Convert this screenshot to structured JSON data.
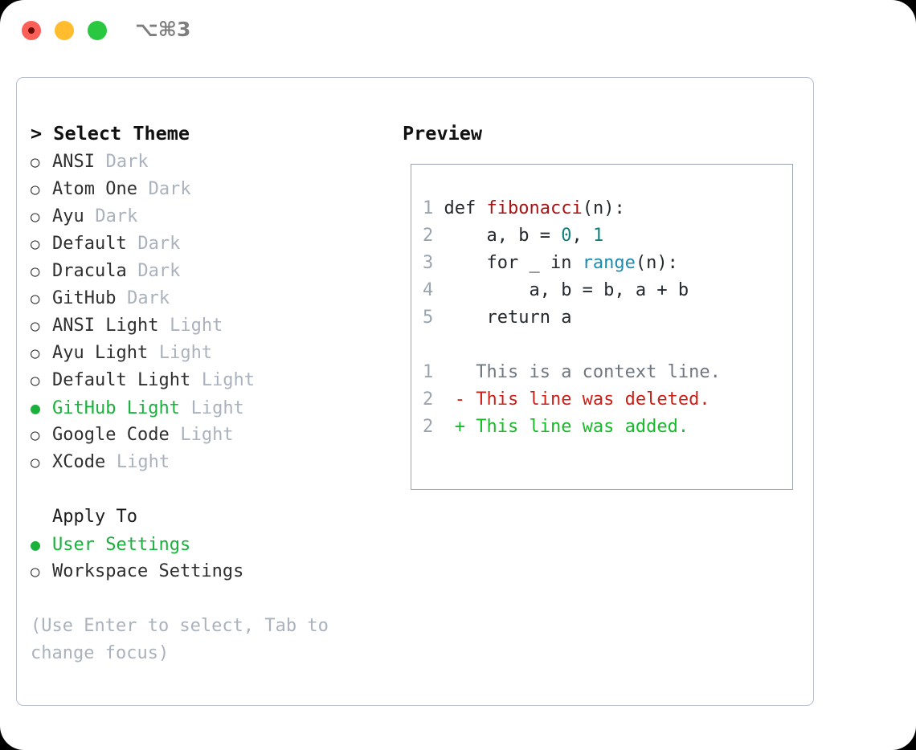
{
  "titlebar": {
    "shortcut": "⌥⌘3",
    "lights": [
      {
        "name": "close",
        "color": "#fc5f57"
      },
      {
        "name": "minimize",
        "color": "#febc2e"
      },
      {
        "name": "maximize",
        "color": "#2ac840"
      }
    ]
  },
  "left": {
    "heading": "> Select Theme",
    "themes": [
      {
        "marker": "○",
        "name": "ANSI",
        "variant": "Dark",
        "selected": false
      },
      {
        "marker": "○",
        "name": "Atom One",
        "variant": "Dark",
        "selected": false
      },
      {
        "marker": "○",
        "name": "Ayu",
        "variant": "Dark",
        "selected": false
      },
      {
        "marker": "○",
        "name": "Default",
        "variant": "Dark",
        "selected": false
      },
      {
        "marker": "○",
        "name": "Dracula",
        "variant": "Dark",
        "selected": false
      },
      {
        "marker": "○",
        "name": "GitHub",
        "variant": "Dark",
        "selected": false
      },
      {
        "marker": "○",
        "name": "ANSI Light",
        "variant": "Light",
        "selected": false
      },
      {
        "marker": "○",
        "name": "Ayu Light",
        "variant": "Light",
        "selected": false
      },
      {
        "marker": "○",
        "name": "Default Light",
        "variant": "Light",
        "selected": false
      },
      {
        "marker": "●",
        "name": "GitHub Light",
        "variant": "Light",
        "selected": true
      },
      {
        "marker": "○",
        "name": "Google Code",
        "variant": "Light",
        "selected": false
      },
      {
        "marker": "○",
        "name": "XCode",
        "variant": "Light",
        "selected": false
      }
    ],
    "apply_to": {
      "title": "Apply To",
      "options": [
        {
          "marker": "●",
          "label": "User Settings",
          "selected": true
        },
        {
          "marker": "○",
          "label": "Workspace Settings",
          "selected": false
        }
      ]
    },
    "hint": "(Use Enter to select, Tab to change focus)"
  },
  "right": {
    "heading": "Preview",
    "code": {
      "lines": [
        {
          "num": "1",
          "tokens": [
            {
              "t": "def ",
              "c": "plain"
            },
            {
              "t": "fibonacci",
              "c": "fn"
            },
            {
              "t": "(n):",
              "c": "plain"
            }
          ]
        },
        {
          "num": "2",
          "tokens": [
            {
              "t": "    a, b = ",
              "c": "plain"
            },
            {
              "t": "0",
              "c": "num"
            },
            {
              "t": ", ",
              "c": "plain"
            },
            {
              "t": "1",
              "c": "num"
            }
          ]
        },
        {
          "num": "3",
          "tokens": [
            {
              "t": "    for _ in ",
              "c": "plain"
            },
            {
              "t": "range",
              "c": "builtin"
            },
            {
              "t": "(n):",
              "c": "plain"
            }
          ]
        },
        {
          "num": "4",
          "tokens": [
            {
              "t": "        a, b = b, a + b",
              "c": "plain"
            }
          ]
        },
        {
          "num": "5",
          "tokens": [
            {
              "t": "    return a",
              "c": "plain"
            }
          ]
        }
      ]
    },
    "diff": {
      "lines": [
        {
          "num": "1",
          "sign": " ",
          "text": "This is a context line.",
          "kind": "ctx"
        },
        {
          "num": "2",
          "sign": "-",
          "text": "This line was deleted.",
          "kind": "del"
        },
        {
          "num": "2",
          "sign": "+",
          "text": "This line was added.",
          "kind": "add"
        }
      ]
    }
  },
  "colors": {
    "accent_green": "#19b13c",
    "muted": "#a9b2bd",
    "border": "#b7c0cb",
    "preview_border": "#97a3b1",
    "diff_added": "#17bb2a",
    "diff_deleted": "#cc1f16",
    "code_function": "#a81414",
    "code_number": "#11807d",
    "code_builtin": "#1a8cb0"
  }
}
